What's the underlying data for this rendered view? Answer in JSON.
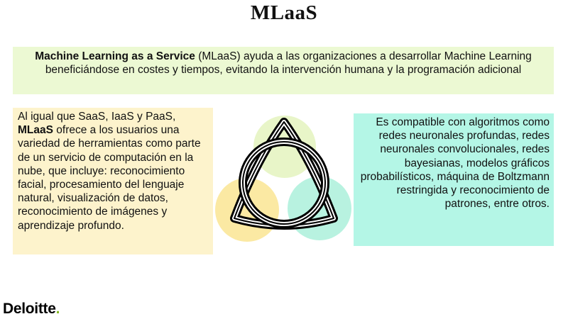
{
  "title": "MLaaS",
  "banner": {
    "bold": "Machine Learning as a Service",
    "text": " (MLaaS) ayuda a las organizaciones a desarrollar Machine Learning beneficiándose en costes y tiempos, evitando la intervención humana y la programación adicional"
  },
  "left": {
    "text1": "Al igual que SaaS, IaaS y PaaS, ",
    "bold": "MLaaS",
    "text2": " ofrece a los usuarios una variedad de herramientas como parte de un servicio de computación en la nube, que incluye: reconocimiento facial, procesamiento del lenguaje natural, visualización de datos, reconocimiento de imágenes y aprendizaje profundo."
  },
  "right": {
    "text": "Es compatible con algoritmos como redes neuronales profundas, redes neuronales convolucionales, redes bayesianas, modelos gráficos probabilísticos, máquina de Boltzmann restringida y reconocimiento de patrones, entre otros."
  },
  "diagram": {
    "icon": "triquetra-icon",
    "colors": {
      "top": "#e8f5c8",
      "left": "#fbe9a3",
      "right": "#b8f2e0"
    }
  },
  "logo": {
    "name": "Deloitte",
    "dot": "."
  }
}
